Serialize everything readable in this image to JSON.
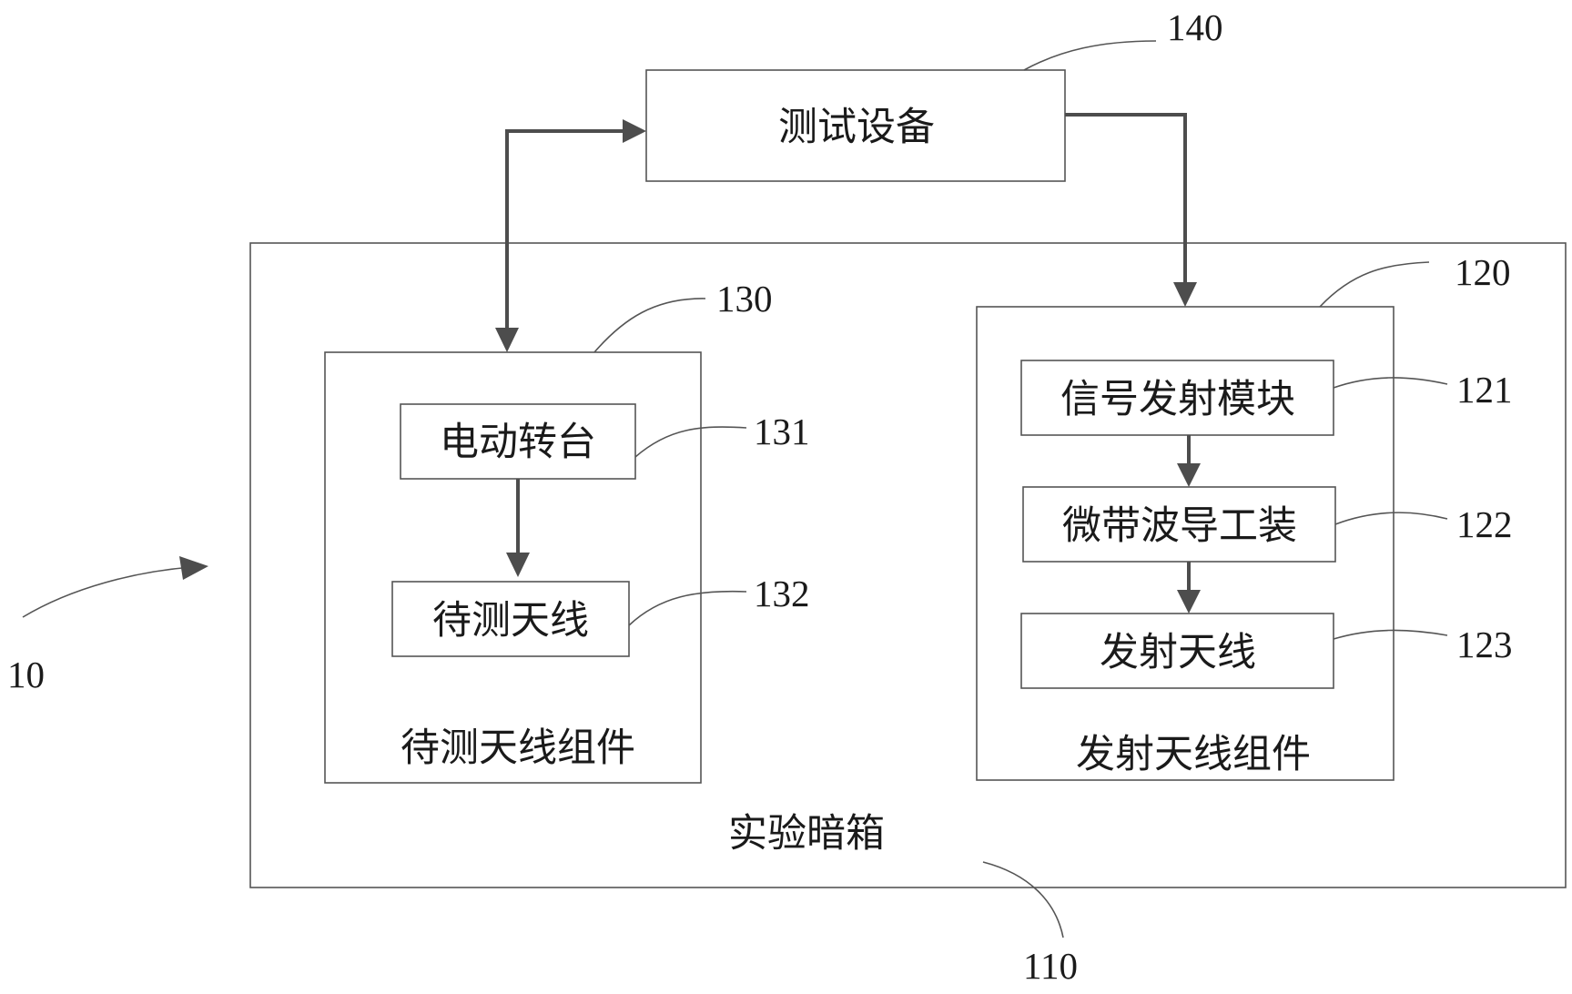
{
  "figure_ref": "10",
  "chamber": {
    "label": "实验暗箱",
    "ref": "110"
  },
  "test_equipment": {
    "label": "测试设备",
    "ref": "140"
  },
  "dut_assembly": {
    "label": "待测天线组件",
    "ref": "130",
    "turntable": {
      "label": "电动转台",
      "ref": "131"
    },
    "antenna_under_test": {
      "label": "待测天线",
      "ref": "132"
    }
  },
  "tx_assembly": {
    "label": "发射天线组件",
    "ref": "120",
    "signal_module": {
      "label": "信号发射模块",
      "ref": "121"
    },
    "waveguide_fixture": {
      "label": "微带波导工装",
      "ref": "122"
    },
    "tx_antenna": {
      "label": "发射天线",
      "ref": "123"
    }
  }
}
